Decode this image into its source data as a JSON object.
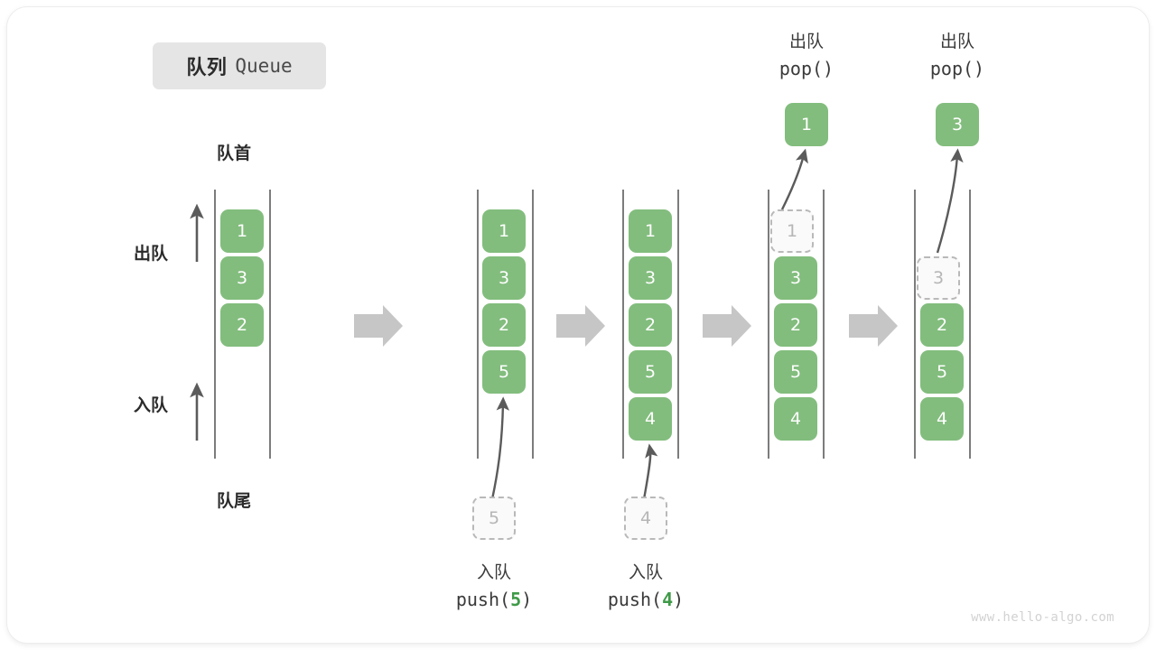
{
  "title": {
    "cn": "队列",
    "en": "Queue"
  },
  "labels": {
    "front": "队首",
    "rear": "队尾",
    "dequeue": "出队",
    "enqueue": "入队"
  },
  "watermark": "www.hello-algo.com",
  "steps": [
    {
      "name": "initial",
      "cells": [
        "1",
        "3",
        "2"
      ],
      "side_labels": {
        "top": "出队",
        "bottom": "入队"
      }
    },
    {
      "name": "after-push-5",
      "cells": [
        "1",
        "3",
        "2",
        "5"
      ],
      "incoming": {
        "value": "5",
        "op_cn": "入队",
        "op_code_prefix": "push(",
        "op_code_arg": "5",
        "op_code_suffix": ")"
      }
    },
    {
      "name": "after-push-4",
      "cells": [
        "1",
        "3",
        "2",
        "5",
        "4"
      ],
      "incoming": {
        "value": "4",
        "op_cn": "入队",
        "op_code_prefix": "push(",
        "op_code_arg": "4",
        "op_code_suffix": ")"
      }
    },
    {
      "name": "after-pop-1",
      "ghost_index": 0,
      "ghost_value": "1",
      "cells": [
        "3",
        "2",
        "5",
        "4"
      ],
      "outgoing": {
        "value": "1",
        "op_cn": "出队",
        "op_code": "pop()"
      }
    },
    {
      "name": "after-pop-3",
      "ghost_index": 1,
      "ghost_value": "3",
      "cells": [
        "2",
        "5",
        "4"
      ],
      "outgoing": {
        "value": "3",
        "op_cn": "出队",
        "op_code": "pop()"
      }
    }
  ],
  "colors": {
    "cell": "#82bd7d",
    "ghost_border": "#b9b9b9",
    "arrow": "#5b5b5b",
    "step_arrow": "#c6c6c6",
    "badge": "#e5e5e5"
  }
}
